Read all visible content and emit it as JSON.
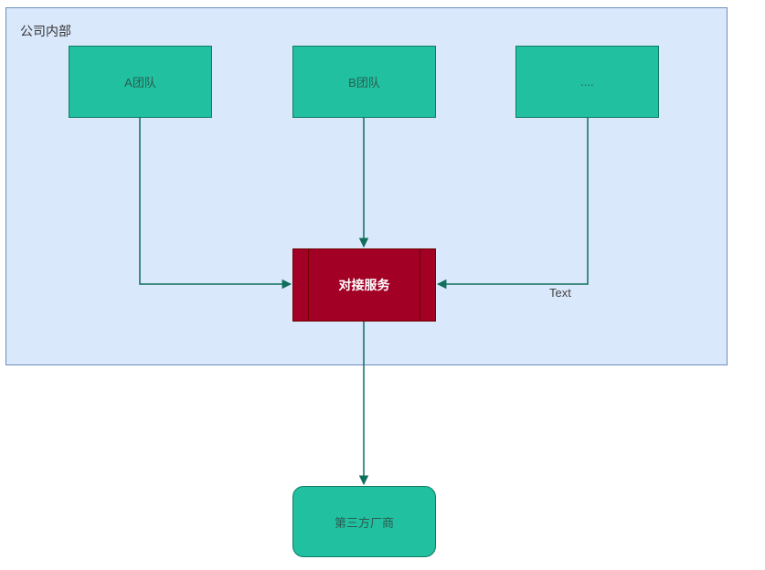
{
  "container": {
    "label": "公司内部",
    "fill_color": "#dae8fc",
    "border_color": "#6c8ebf"
  },
  "nodes": {
    "team_a": "A团队",
    "team_b": "B团队",
    "team_more": "....",
    "service": "对接服务",
    "vendor": "第三方厂商"
  },
  "edges": {
    "right_edge_label": "Text"
  },
  "colors": {
    "team_fill": "#21c0a0",
    "service_fill": "#a20025",
    "edge_stroke": "#0f6e5c"
  }
}
